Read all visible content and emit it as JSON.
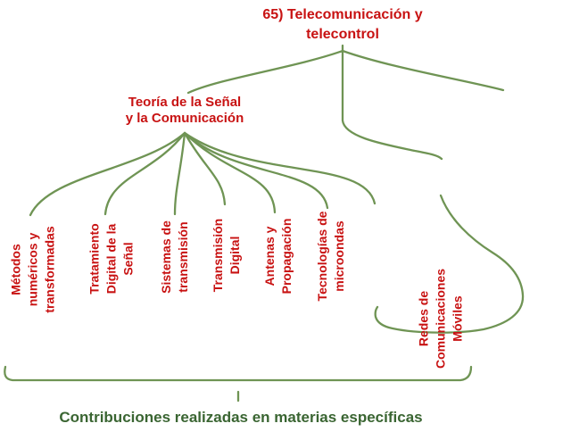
{
  "diagram": {
    "title": {
      "lines": [
        "65) Telecomunicación y",
        "telecontrol"
      ]
    },
    "central_node": {
      "lines": [
        "Teoría de la Señal",
        "y la Comunicación"
      ]
    },
    "branches": [
      {
        "lines": [
          "Métodos",
          "numéricos y",
          "transformadas"
        ]
      },
      {
        "lines": [
          "Tratamiento",
          "Digital de la",
          "Señal"
        ]
      },
      {
        "lines": [
          "Sistemas de",
          "transmisión"
        ]
      },
      {
        "lines": [
          "Transmisión",
          "Digital"
        ]
      },
      {
        "lines": [
          "Antenas y",
          "Propagación"
        ]
      },
      {
        "lines": [
          "Tecnologías de",
          "microondas"
        ]
      },
      {
        "lines": [
          "Redes de",
          "Comunicaciones",
          "Móviles"
        ]
      }
    ],
    "caption": "Contribuciones realizadas en materias específicas",
    "colors": {
      "node_text": "#c81212",
      "connector_line": "#6f9454",
      "caption_text": "#3a6532",
      "background": "#ffffff"
    }
  }
}
